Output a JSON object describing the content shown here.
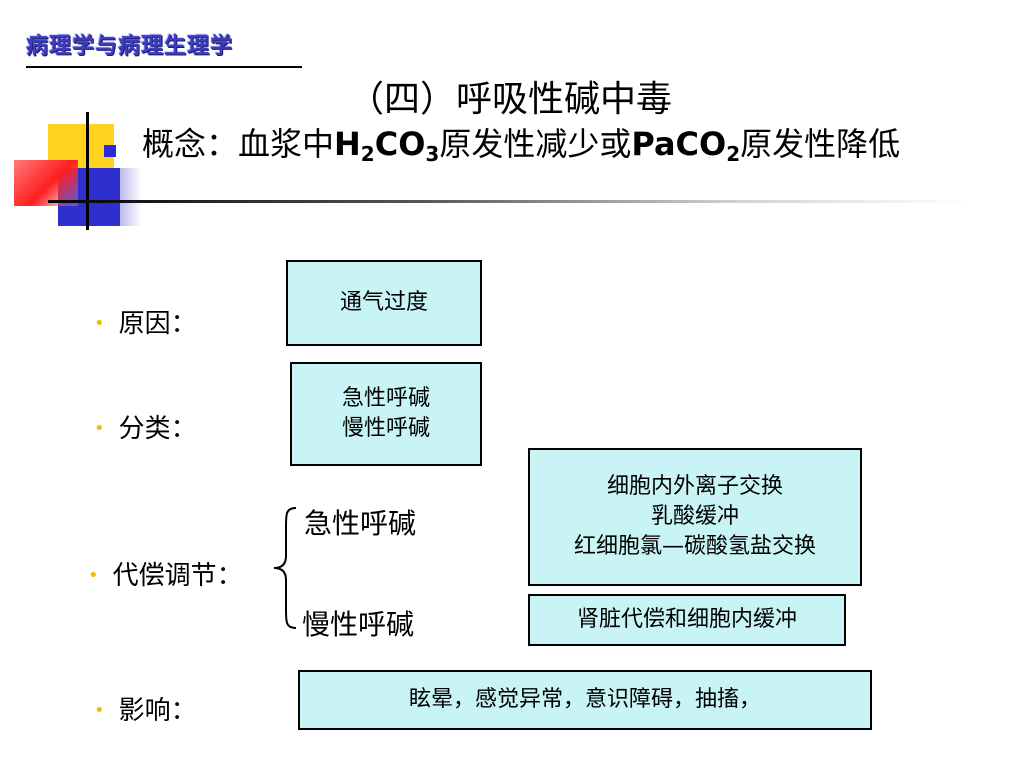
{
  "logo_text": "病理学与病理生理学",
  "title": "（四）呼吸性碱中毒",
  "concept": {
    "p1": "概念：血浆中",
    "h2": "H",
    "sub2": "2",
    "co3": "CO",
    "sub3": "3",
    "p2": "原发性减少或",
    "paco": "PaCO",
    "sub_p": "2",
    "p3": "原发性降低"
  },
  "bullet_char": "•",
  "rows": {
    "cause_label": "原因：",
    "classify_label": "分类：",
    "compensate_label": "代偿调节：",
    "effect_label": "影响："
  },
  "boxes": {
    "cause": "通气过度",
    "classify_1": "急性呼碱",
    "classify_2": "慢性呼碱",
    "acute_1": "细胞内外离子交换",
    "acute_2": "乳酸缓冲",
    "acute_3": "红细胞氯—碳酸氢盐交换",
    "chronic": "肾脏代偿和细胞内缓冲",
    "effect": "眩晕，感觉异常，意识障碍，抽搐，"
  },
  "branch": {
    "acute": "急性呼碱",
    "chronic": "慢性呼碱"
  },
  "colors": {
    "box_fill": "#c9f4f6",
    "bullet": "#f0c000",
    "logo": "#3d3dbd"
  }
}
